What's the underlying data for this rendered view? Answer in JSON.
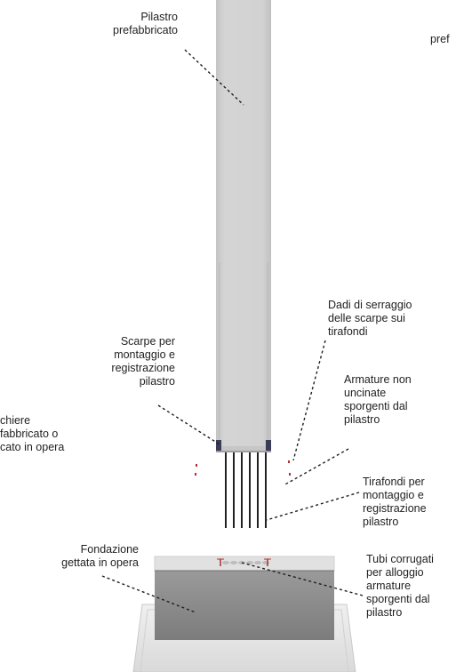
{
  "labels": {
    "pilastro": "Pilastro\nprefabbricato",
    "pref_cut": "pref",
    "scarpe": "Scarpe per\nmontaggio e\nregistrazione\npilastro",
    "dadi": "Dadi di serraggio\ndelle scarpe sui\ntirafondi",
    "armature": "Armature non\nuncinate\nsporgenti dal\npilastro",
    "tirafondi": "Tirafondi per\nmontaggio e\nregistrazione\npilastro",
    "chiere": "chiere\nfabbricato o\ncato in opera",
    "fondazione": "Fondazione\ngettata in opera",
    "tubi": "Tubi corrugati\nper alloggio\narmature\nsporgenti dal\npilastro"
  },
  "colors": {
    "column": "#cfcfcf",
    "column_edge": "#b5b5b5",
    "foundation_front": "#8a8a8a",
    "foundation_top": "#dedede",
    "base_slab": "#e8e8e8",
    "rebar": "#222222",
    "marker": "#b0302c",
    "leader": "#1f1f1f"
  }
}
